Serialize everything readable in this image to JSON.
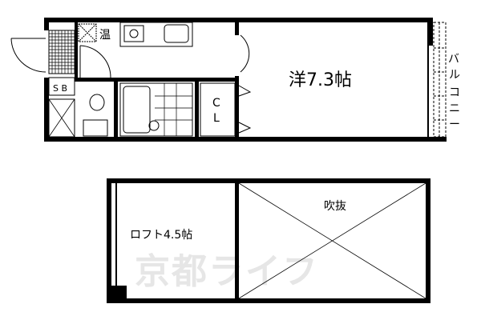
{
  "upper_floor": {
    "room_label": "洋7.3帖",
    "water_heater_label": "温",
    "shoe_box_label": "S B",
    "closet_label_top": "C",
    "closet_label_bottom": "L",
    "balcony_label": [
      "バ",
      "ル",
      "コ",
      "ニ",
      "ー"
    ]
  },
  "loft_floor": {
    "loft_label": "ロフト4.5帖",
    "void_label": "吹抜"
  },
  "watermark": "京都ライフ",
  "colors": {
    "wall": "#000000",
    "watermark": "#e6e6e6"
  }
}
